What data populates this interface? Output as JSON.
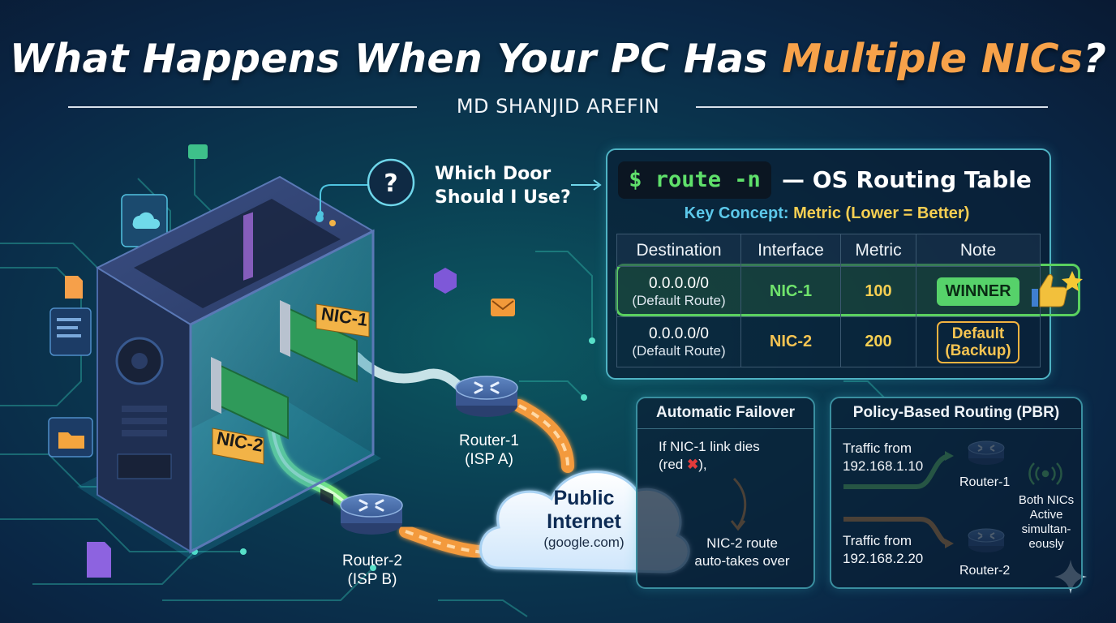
{
  "title": {
    "main": "What Happens When Your PC Has ",
    "accent": "Multiple NICs",
    "tail": "?"
  },
  "author": "MD SHANJID AREFIN",
  "question": {
    "line1": "Which Door",
    "line2": "Should I Use?",
    "icon": "question-head-icon"
  },
  "pc": {
    "nic1_label": "NIC-1",
    "nic2_label": "NIC-2"
  },
  "routers": {
    "r1": {
      "name": "Router-1",
      "isp": "(ISP A)"
    },
    "r2": {
      "name": "Router-2",
      "isp": "(ISP B)"
    }
  },
  "cloud": {
    "line1": "Public",
    "line2": "Internet",
    "line3": "(google.com)"
  },
  "routing_table": {
    "command": "$ route -n",
    "title": "— OS Routing Table",
    "concept_key": "Key Concept:",
    "concept_value": "Metric (Lower = Better)",
    "headers": [
      "Destination",
      "Interface",
      "Metric",
      "Note"
    ],
    "rows": [
      {
        "dest": "0.0.0.0/0",
        "dest_sub": "(Default Route)",
        "iface": "NIC-1",
        "metric": "100",
        "note": "WINNER"
      },
      {
        "dest": "0.0.0.0/0",
        "dest_sub": "(Default Route)",
        "iface": "NIC-2",
        "metric": "200",
        "note_line1": "Default",
        "note_line2": "(Backup)"
      }
    ]
  },
  "failover": {
    "title": "Automatic Failover",
    "line1": "If NIC-1 link dies",
    "line2": "(red ",
    "line2_end": "),",
    "result1": "NIC-2 route",
    "result2": "auto-takes over"
  },
  "pbr": {
    "title": "Policy-Based Routing (PBR)",
    "traffic1_l1": "Traffic from",
    "traffic1_l2": "192.168.1.10",
    "traffic2_l1": "Traffic from",
    "traffic2_l2": "192.168.2.20",
    "router1": "Router-1",
    "router2": "Router-2",
    "note_l1": "Both NICs",
    "note_l2": "Active",
    "note_l3": "simultan-",
    "note_l4": "eously"
  },
  "colors": {
    "accent": "#f7a24a",
    "green_path": "#6fe36c",
    "orange_path": "#f39a3d",
    "cyan_border": "#4fb3c4"
  }
}
